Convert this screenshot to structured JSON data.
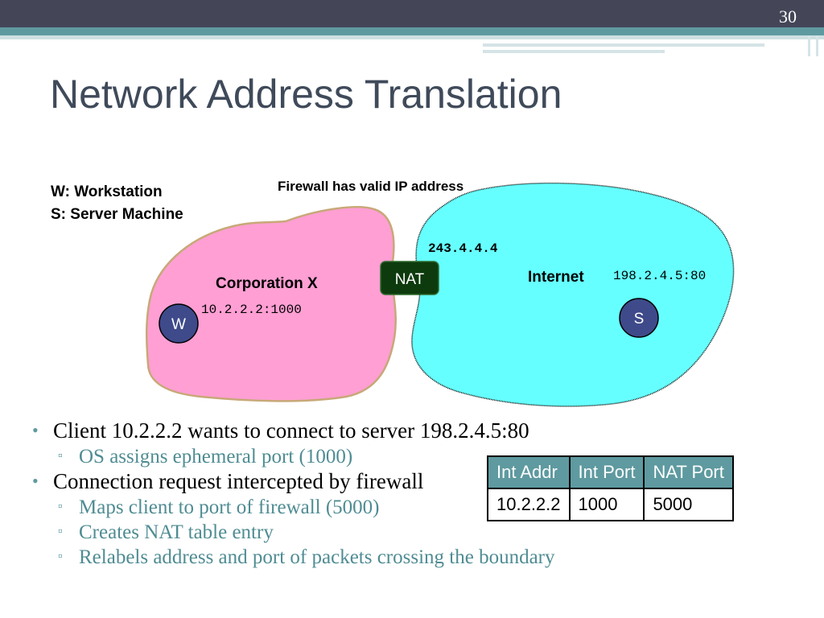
{
  "slide_number": "30",
  "title": "Network Address Translation",
  "legend": [
    "W: Workstation",
    "S: Server Machine"
  ],
  "diagram": {
    "firewall_note": "Firewall has valid IP address",
    "corp_label": "Corporation X",
    "internet_label": "Internet",
    "nat_label": "NAT",
    "nat_ip": "243.4.4.4",
    "client_label": "W",
    "client_addr": "10.2.2.2:1000",
    "server_label": "S",
    "server_addr": "198.2.4.5:80",
    "colors": {
      "corp": "#ff9fd4",
      "internet": "#66ffff",
      "nat": "#0d3b0d",
      "node": "#3e4a8a",
      "blob_edge": "#c8a878"
    }
  },
  "bullets": [
    {
      "text": "Client 10.2.2.2 wants to connect to server 198.2.4.5:80",
      "sub": [
        "OS assigns ephemeral port (1000)"
      ]
    },
    {
      "text": "Connection request intercepted by firewall",
      "sub": [
        "Maps client to port of firewall (5000)",
        "Creates NAT table entry",
        "Relabels address and port of packets crossing the boundary"
      ]
    }
  ],
  "table": {
    "headers": [
      "Int Addr",
      "Int Port",
      "NAT Port"
    ],
    "rows": [
      [
        "10.2.2.2",
        "1000",
        "5000"
      ]
    ]
  }
}
